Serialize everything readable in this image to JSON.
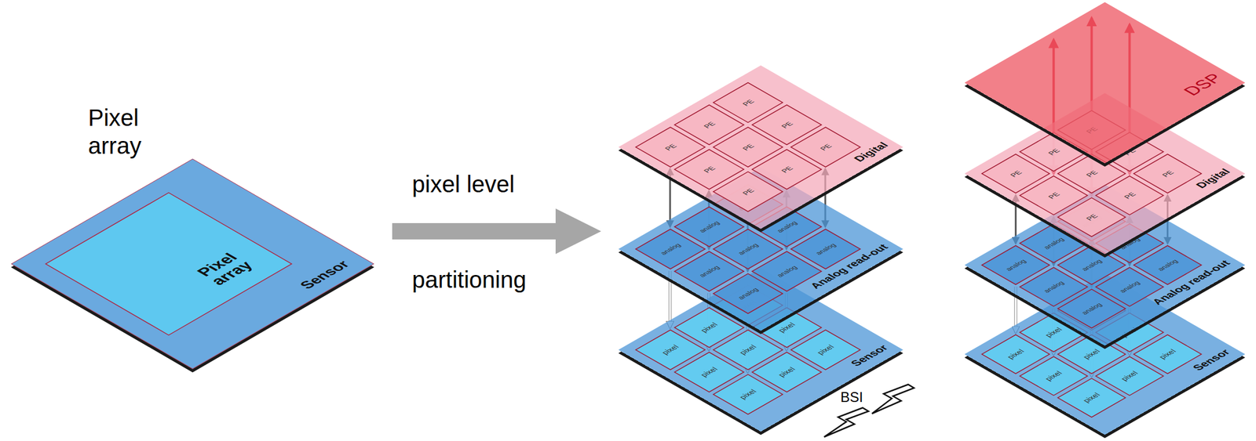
{
  "diagram": {
    "nodes": [
      {
        "text": [
          "Sensor"
        ]
      },
      {
        "text": [
          "Pixel array"
        ],
        "in": 0
      },
      {
        "text": [
          "Digital"
        ]
      },
      {
        "text": [
          "PE"
        ],
        "in": 2
      },
      {
        "text": [
          "PE"
        ],
        "in": 2
      },
      {
        "text": [
          "PE"
        ],
        "in": 2
      },
      {
        "text": [
          "PE"
        ],
        "in": 2
      },
      {
        "text": [
          "PE"
        ],
        "in": 2
      },
      {
        "text": [
          "PE"
        ],
        "in": 2
      },
      {
        "text": [
          "PE"
        ],
        "in": 2
      },
      {
        "text": [
          "PE"
        ],
        "in": 2
      },
      {
        "text": [
          "PE"
        ],
        "in": 2
      },
      {
        "text": [
          "Analog read-out"
        ]
      },
      {
        "text": [
          "analog"
        ],
        "in": 12
      },
      {
        "text": [
          "analog"
        ],
        "in": 12
      },
      {
        "text": [
          "analog"
        ],
        "in": 12
      },
      {
        "text": [
          "analog"
        ],
        "in": 12
      },
      {
        "text": [
          "analog"
        ],
        "in": 12
      },
      {
        "text": [
          "analog"
        ],
        "in": 12
      },
      {
        "text": [
          "analog"
        ],
        "in": 12
      },
      {
        "text": [
          "analog"
        ],
        "in": 12
      },
      {
        "text": [
          "analog"
        ],
        "in": 12
      },
      {
        "text": [
          "Sensor"
        ]
      },
      {
        "text": [
          "pixel"
        ],
        "in": 22
      },
      {
        "text": [
          "pixel"
        ],
        "in": 22
      },
      {
        "text": [
          "pixel"
        ],
        "in": 22
      },
      {
        "text": [
          "pixel"
        ],
        "in": 22
      },
      {
        "text": [
          "pixel"
        ],
        "in": 22
      },
      {
        "text": [
          "pixel"
        ],
        "in": 22
      },
      {
        "text": [
          "pixel"
        ],
        "in": 22
      },
      {
        "text": [
          "pixel"
        ],
        "in": 22
      },
      {
        "text": [
          "pixel"
        ],
        "in": 22
      },
      {
        "text": [
          "DSP"
        ]
      },
      {
        "text": [
          "Digital"
        ]
      },
      {
        "text": [
          "PE"
        ],
        "in": 33
      },
      {
        "text": [
          "PE"
        ],
        "in": 33
      },
      {
        "text": [
          "PE"
        ],
        "in": 33
      },
      {
        "text": [
          "PE"
        ],
        "in": 33
      },
      {
        "text": [
          "PE"
        ],
        "in": 33
      },
      {
        "text": [
          "PE"
        ],
        "in": 33
      },
      {
        "text": [
          "PE"
        ],
        "in": 33
      },
      {
        "text": [
          "PE"
        ],
        "in": 33
      },
      {
        "text": [
          "PE"
        ],
        "in": 33
      },
      {
        "text": [
          "Analog read-out"
        ]
      },
      {
        "text": [
          "analog"
        ],
        "in": 43
      },
      {
        "text": [
          "analog"
        ],
        "in": 43
      },
      {
        "text": [
          "analog"
        ],
        "in": 43
      },
      {
        "text": [
          "analog"
        ],
        "in": 43
      },
      {
        "text": [
          "analog"
        ],
        "in": 43
      },
      {
        "text": [
          "analog"
        ],
        "in": 43
      },
      {
        "text": [
          "analog"
        ],
        "in": 43
      },
      {
        "text": [
          "analog"
        ],
        "in": 43
      },
      {
        "text": [
          "analog"
        ],
        "in": 43
      },
      {
        "text": [
          "Sensor"
        ]
      },
      {
        "text": [
          "pixel"
        ],
        "in": 53
      },
      {
        "text": [
          "pixel"
        ],
        "in": 53
      },
      {
        "text": [
          "pixel"
        ],
        "in": 53
      },
      {
        "text": [
          "pixel"
        ],
        "in": 53
      },
      {
        "text": [
          "pixel"
        ],
        "in": 53
      },
      {
        "text": [
          "pixel"
        ],
        "in": 53
      },
      {
        "text": [
          "pixel"
        ],
        "in": 53
      },
      {
        "text": [
          "pixel"
        ],
        "in": 53
      },
      {
        "text": [
          "pixel"
        ],
        "in": 53
      }
    ],
    "edges": [
      {
        "from": 3,
        "to": 13,
        "arrow": "both"
      },
      {
        "from": 6,
        "to": 16,
        "arrow": "both"
      },
      {
        "from": 9,
        "to": 19,
        "arrow": "both"
      },
      {
        "from": 10,
        "to": 20,
        "arrow": "both"
      },
      {
        "from": 11,
        "to": 21,
        "arrow": "both"
      },
      {
        "from": 13,
        "to": 23,
        "arrow": "to"
      },
      {
        "from": 16,
        "to": 26,
        "arrow": "to"
      },
      {
        "from": 19,
        "to": 29,
        "arrow": "to"
      },
      {
        "from": 20,
        "to": 30,
        "arrow": "to"
      },
      {
        "from": 32,
        "to": 37,
        "arrow": "both"
      },
      {
        "from": 32,
        "to": 40,
        "arrow": "both"
      },
      {
        "from": 32,
        "to": 41,
        "arrow": "both"
      },
      {
        "from": 34,
        "to": 44,
        "arrow": "both"
      },
      {
        "from": 37,
        "to": 47,
        "arrow": "both"
      },
      {
        "from": 40,
        "to": 50,
        "arrow": "both"
      },
      {
        "from": 41,
        "to": 51,
        "arrow": "both"
      },
      {
        "from": 42,
        "to": 52,
        "arrow": "both"
      },
      {
        "from": 44,
        "to": 54,
        "arrow": "to"
      },
      {
        "from": 47,
        "to": 57,
        "arrow": "to"
      },
      {
        "from": 50,
        "to": 60,
        "arrow": "to"
      },
      {
        "from": 51,
        "to": 61,
        "arrow": "to"
      }
    ],
    "labels": [
      "Pixel array",
      "pixel level",
      "partitioning",
      "BSI"
    ]
  }
}
